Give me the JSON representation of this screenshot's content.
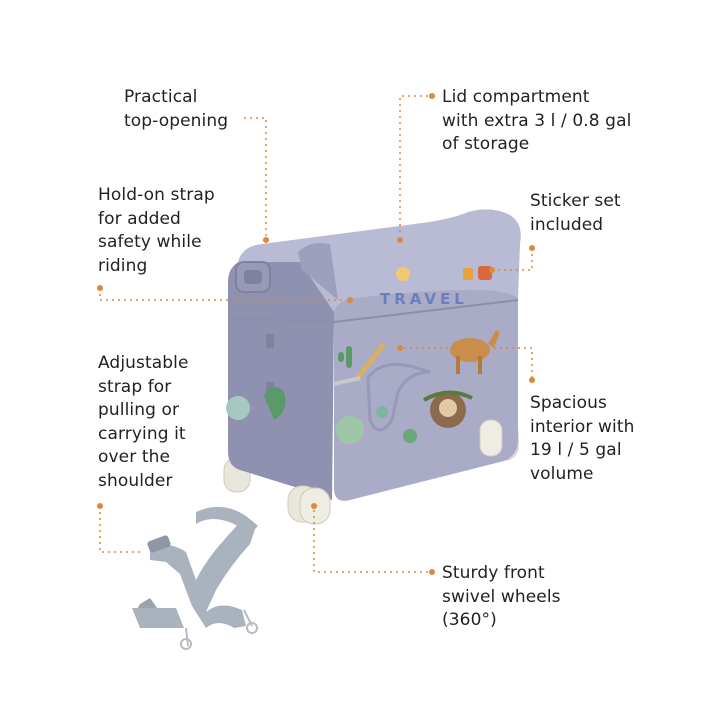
{
  "annotations": {
    "top_opening": "Practical\ntop-opening",
    "hold_on_strap": "Hold-on strap\nfor added\nsafety while\nriding",
    "adjustable_strap": "Adjustable\nstrap for\npulling or\ncarrying it\nover the\nshoulder",
    "lid_compartment": "Lid compartment\nwith extra 3 l / 0.8 gal\nof storage",
    "sticker_set": "Sticker set\nincluded",
    "spacious_interior": "Spacious\ninterior with\n19 l / 5 gal\nvolume",
    "swivel_wheels": "Sturdy front\nswivel wheels\n(360°)"
  },
  "product": {
    "sticker_text": "TRAVEL"
  },
  "colors": {
    "leader_line": "#d98a3a",
    "suitcase_body": "#a9abc7",
    "suitcase_shadow": "#8f91b0",
    "wheel": "#e9e6dc",
    "strap": "#a9b2bd"
  }
}
